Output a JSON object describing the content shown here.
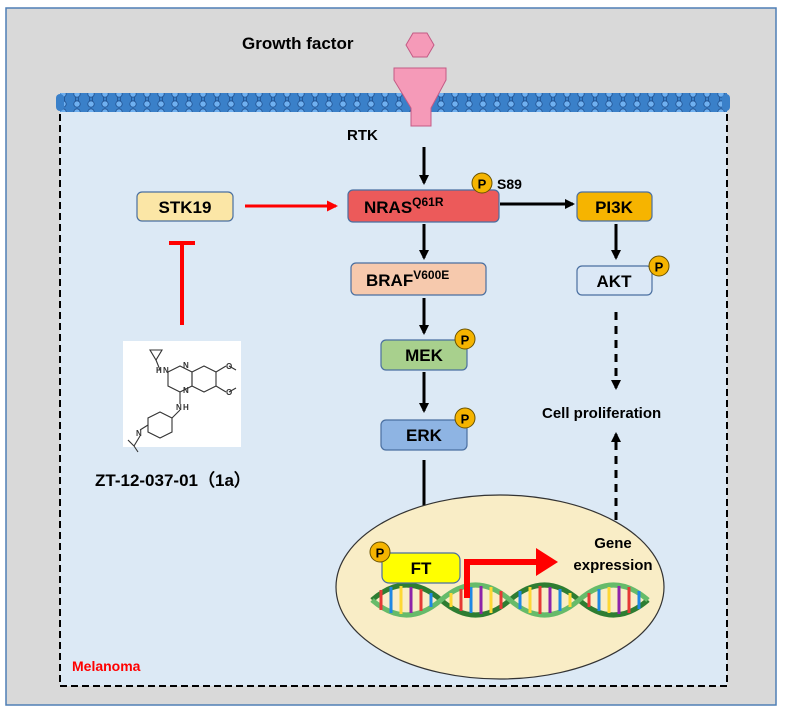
{
  "labels": {
    "growth_factor": "Growth factor",
    "rtk": "RTK",
    "s89": "S89",
    "cell_proliferation": "Cell proliferation",
    "gene_expression_line1": "Gene",
    "gene_expression_line2": "expression",
    "compound": "ZT-12-037-01（1a）",
    "melanoma": "Melanoma"
  },
  "nodes": {
    "stk19": "STK19",
    "nras_main": "NRAS",
    "nras_sup": "Q61R",
    "braf_main": "BRAF",
    "braf_sup": "V600E",
    "mek": "MEK",
    "erk": "ERK",
    "pi3k": "PI3K",
    "akt": "AKT",
    "ft": "FT"
  },
  "phospho": "P",
  "molecule_labels": {
    "nh": "H",
    "n": "N",
    "o": "O"
  },
  "colors": {
    "background_grey": "#d9d9d9",
    "cell_fill": "#dce9f5",
    "nucleus_fill": "#f9edc6",
    "stk19_fill": "#fbe6a6",
    "nras_fill": "#ec5a5a",
    "braf_fill": "#f6c9ad",
    "mek_fill": "#a8d08d",
    "erk_fill": "#8eb4e3",
    "pi3k_fill": "#f6b400",
    "akt_fill": "#dbe8f6",
    "ft_fill": "#ffff00",
    "phospho_fill": "#f5b400",
    "red_arrow": "#ff0000",
    "receptor_pink": "#f59ab8"
  }
}
